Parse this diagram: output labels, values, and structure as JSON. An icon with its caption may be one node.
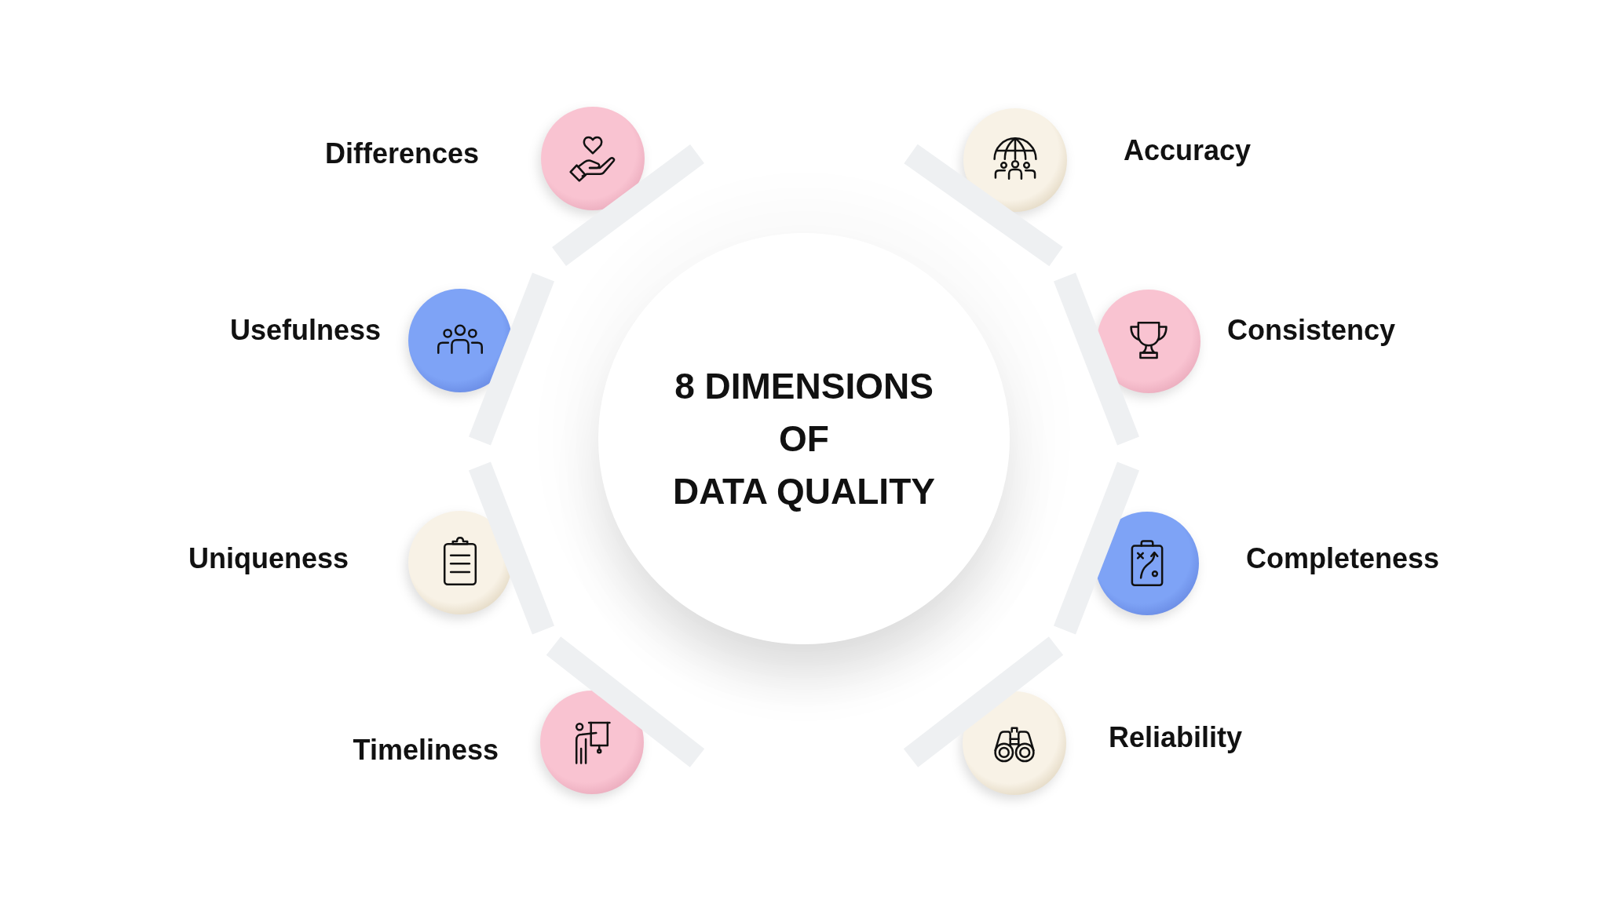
{
  "diagram": {
    "nodes": [
      {
        "text": [
          "8 DIMENSIONS OF DATA QUALITY"
        ]
      },
      {
        "text": [
          "Differences"
        ]
      },
      {
        "text": [
          "Accuracy"
        ]
      },
      {
        "text": [
          "Usefulness"
        ]
      },
      {
        "text": [
          "Consistency"
        ]
      },
      {
        "text": [
          "Uniqueness"
        ]
      },
      {
        "text": [
          "Completeness"
        ]
      },
      {
        "text": [
          "Timeliness"
        ]
      },
      {
        "text": [
          "Reliability"
        ]
      }
    ]
  }
}
